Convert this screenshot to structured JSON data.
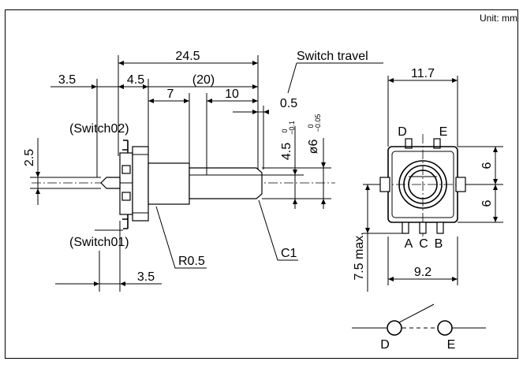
{
  "unit_label": "Unit: mm",
  "side_view": {
    "dim_total_length": "24.5",
    "dim_body_width": "3.5",
    "dim_bushing": "4.5",
    "dim_shaft_length": "(20)",
    "dim_7": "7",
    "dim_10": "10",
    "switch_travel_label": "Switch travel",
    "switch_travel_value": "0.5",
    "switch_top_label": "(Switch02)",
    "switch_bottom_label": "(Switch01)",
    "dim_left_height": "2.5",
    "dim_flat": "4.5",
    "dim_flat_tol_upper": "0",
    "dim_flat_tol_lower": "−0.1",
    "dim_shaft_dia": "ø6",
    "dim_shaft_tol_upper": "0",
    "dim_shaft_tol_lower": "−0.05",
    "radius_label": "R0.5",
    "chamfer_label": "C1",
    "dim_bottom": "3.5"
  },
  "front_view": {
    "dim_width": "11.7",
    "terminal_d": "D",
    "terminal_e": "E",
    "dim_upper_half": "6",
    "dim_lower_half": "6",
    "dim_max_height": "7.5 max.",
    "terminal_a": "A",
    "terminal_c": "C",
    "terminal_b": "B",
    "dim_pin_span": "9.2"
  },
  "schematic": {
    "label_d": "D",
    "label_e": "E"
  }
}
